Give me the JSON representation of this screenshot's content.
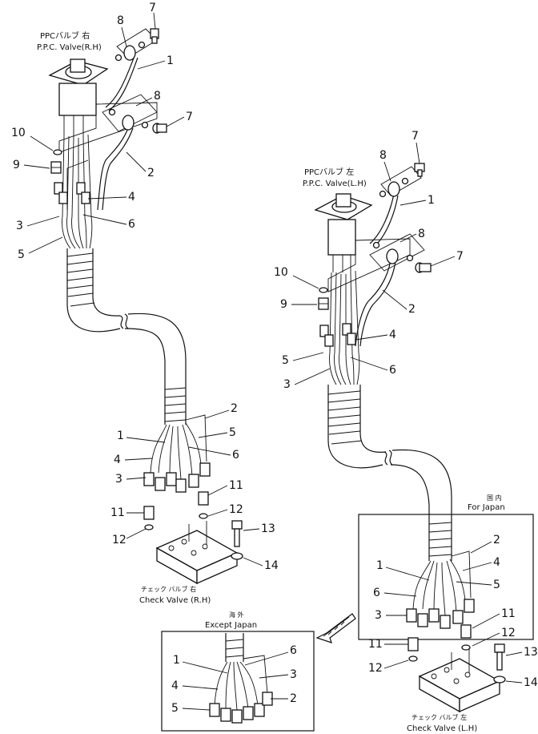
{
  "right_assembly": {
    "valve_jp": "PPCバルブ  右",
    "valve_en": "P.P.C. Valve(R.H)",
    "check_jp": "チェック バルブ 右",
    "check_en": "Check Valve (R.H)",
    "except_jp": "海  外",
    "except_en": "Except Japan",
    "callouts": {
      "c7": "7",
      "c8": "8",
      "c1": "1",
      "c8b": "8",
      "c7b": "7",
      "c2": "2",
      "c10": "10",
      "c9": "9",
      "c4": "4",
      "c3": "3",
      "c6": "6",
      "c5": "5",
      "b2": "2",
      "b1": "1",
      "b5": "5",
      "b6": "6",
      "b4": "4",
      "b3": "3",
      "b11": "11",
      "b11b": "11",
      "b12": "12",
      "b12b": "12",
      "b13": "13",
      "b14": "14",
      "e6": "6",
      "e1": "1",
      "e3": "3",
      "e4": "4",
      "e2": "2",
      "e5": "5"
    }
  },
  "left_assembly": {
    "valve_jp": "PPCバルブ  左",
    "valve_en": "P.P.C. Valve(L.H)",
    "check_jp": "チェック バルブ 左",
    "check_en": "Check Valve (L.H)",
    "japan_jp": "国  内",
    "japan_en": "For Japan",
    "callouts": {
      "c7": "7",
      "c8": "8",
      "c1": "1",
      "c8b": "8",
      "c7b": "7",
      "c10": "10",
      "c9": "9",
      "c2": "2",
      "c4": "4",
      "c5": "5",
      "c6": "6",
      "c3": "3",
      "j2": "2",
      "j4": "4",
      "j1": "1",
      "j5": "5",
      "j6": "6",
      "j3": "3",
      "j11": "11",
      "j11b": "11",
      "j12": "12",
      "j12b": "12",
      "j13": "13",
      "j14": "14"
    }
  }
}
